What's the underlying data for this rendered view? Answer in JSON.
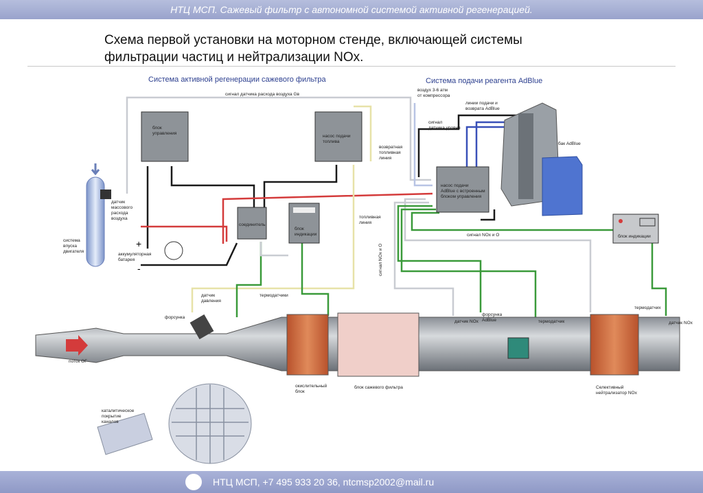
{
  "header": {
    "text": "НТЦ МСП. Сажевый фильтр с автономной системой активной регенерацией."
  },
  "title": {
    "line1": "Схема первой установки на моторном стенде, включающей системы",
    "line2": "фильтрации частиц и нейтрализации NOx."
  },
  "diagram": {
    "section_left": "Система активной регенерации сажевого фильтра",
    "section_right": "Система подачи реагента AdBlue",
    "signal_air": "сигнал датчика расхода воздуха Gв",
    "air_supply": [
      "воздух 3-6 атм",
      "от компрессора"
    ],
    "control_unit": [
      "блок",
      "управления"
    ],
    "fuel_pump": [
      "насос подачи",
      "топлива"
    ],
    "return_line": [
      "возвратная",
      "топливная",
      "линия"
    ],
    "fuel_line": [
      "топливная",
      "линия"
    ],
    "connector": "соединитель",
    "indicator_unit": [
      "блок",
      "индикации"
    ],
    "indicator_unit_right": "блок индикации",
    "mass_sensor": [
      "датчик",
      "массового",
      "расхода",
      "воздуха"
    ],
    "intake": [
      "система",
      "впуска",
      "двигателя"
    ],
    "battery": [
      "аккумуляторная",
      "батарея"
    ],
    "supply_lines": [
      "линии подачи и",
      "возврата AdBlue"
    ],
    "level_signal": [
      "сигнал",
      "датчика уровня"
    ],
    "adblue_tank": "бак AdBlue",
    "adblue_pump": [
      "насос подачи",
      "AdBlue с встроенным",
      "блоком управления"
    ],
    "nox_signal": "сигнал NOx и O",
    "nox_signal_v": "сигнал NOx и O",
    "thermo_top": "термодатчики",
    "pressure_sensor": [
      "датчик",
      "давления"
    ],
    "injector_left": "форсунка",
    "exhaust_flow": "поток ОГ",
    "oxidation_block": [
      "окислительный",
      "блок"
    ],
    "soot_filter": "блок сажевого фильтра",
    "nox_sensor_mid": "датчик NOx",
    "injector_adblue": [
      "форсунка",
      "AdBlue"
    ],
    "thermo_mid": "термодатчик",
    "thermo_right": "термодатчих",
    "nox_sensor_right": "датчик NOx",
    "scr": [
      "Селективный",
      "нейтрализатор NOx"
    ],
    "catalyst_coating": [
      "каталитическое",
      "покрытие",
      "каналов"
    ],
    "plus": "+",
    "minus": "-"
  },
  "footer": {
    "text": "НТЦ МСП, +7 495 933 20 36, ntcmsp2002@mail.ru"
  }
}
